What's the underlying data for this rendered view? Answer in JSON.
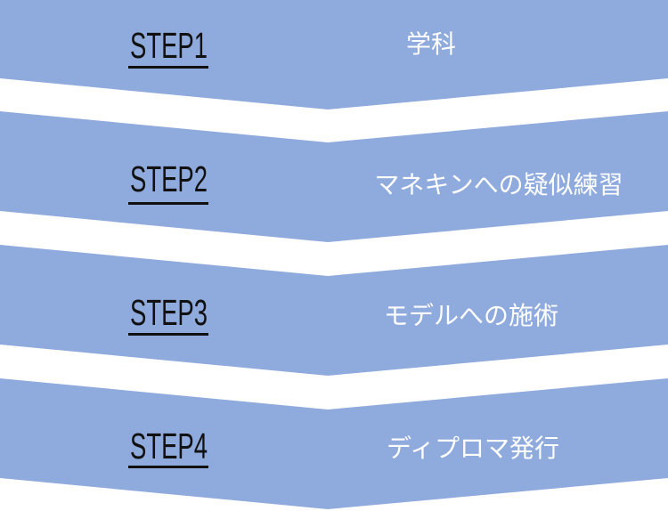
{
  "colors": {
    "banner_blue": "#8FAADC",
    "step_label_text": "#111111",
    "step_title_text": "#FFFFFF",
    "gap_background": "#FFFFFF"
  },
  "diagram": {
    "type": "step-flow",
    "direction": "top-to-bottom",
    "step_count": 4
  },
  "steps": [
    {
      "label": "STEP1",
      "title": "学科"
    },
    {
      "label": "STEP2",
      "title": "マネキンへの疑似練習"
    },
    {
      "label": "STEP3",
      "title": "モデルへの施術"
    },
    {
      "label": "STEP4",
      "title": "ディプロマ発行"
    }
  ]
}
